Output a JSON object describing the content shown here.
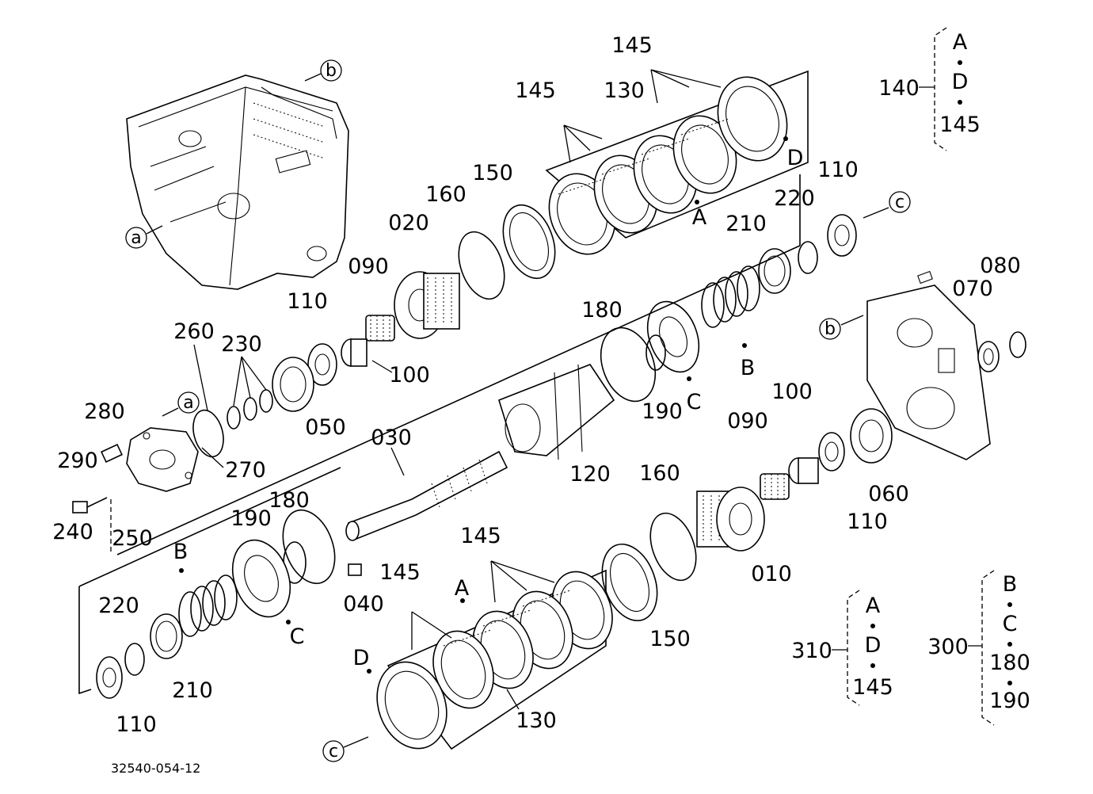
{
  "drawing_number": "32540-054-12",
  "part_labels": {
    "p145_top_a": "145",
    "p145_top_b": "145",
    "p130_top": "130",
    "p150_top": "150",
    "p160_top": "160",
    "p020": "020",
    "p090_top": "090",
    "p110_top_left": "110",
    "p100_top": "100",
    "p260": "260",
    "p230": "230",
    "p050": "050",
    "p280": "280",
    "p290": "290",
    "p270": "270",
    "p240": "240",
    "p250": "250",
    "p030": "030",
    "p120": "120",
    "p180_mid": "180",
    "p190_mid": "190",
    "p110_top_right": "110",
    "p220_top": "220",
    "p210_top": "210",
    "p080": "080",
    "p070": "070",
    "p100_right": "100",
    "p090_right": "090",
    "p060": "060",
    "p110_right": "110",
    "p160_bottom": "160",
    "p010": "010",
    "p150_bottom": "150",
    "p180_bottom": "180",
    "p190_bottom": "190",
    "p040": "040",
    "p145_bottom_a": "145",
    "p145_bottom_b": "145",
    "p130_bottom": "130",
    "p220_bottom": "220",
    "p210_bottom": "210",
    "p110_bottom": "110"
  },
  "letter_marks": {
    "A_top": "A",
    "D_top": "D",
    "B_top": "B",
    "C_top": "C",
    "A_bottom": "A",
    "B_bottom": "B",
    "C_bottom": "C",
    "D_bottom": "D"
  },
  "circle_refs": {
    "b_top": "b",
    "a_left": "a",
    "a_cover": "a",
    "c_right": "c",
    "b_right": "b",
    "c_bottom": "c"
  },
  "kits": {
    "k140": {
      "number": "140",
      "items": [
        "A",
        "D",
        "145"
      ]
    },
    "k310": {
      "number": "310",
      "items": [
        "A",
        "D",
        "145"
      ]
    },
    "k300": {
      "number": "300",
      "items": [
        "B",
        "C",
        "180",
        "190"
      ]
    }
  }
}
